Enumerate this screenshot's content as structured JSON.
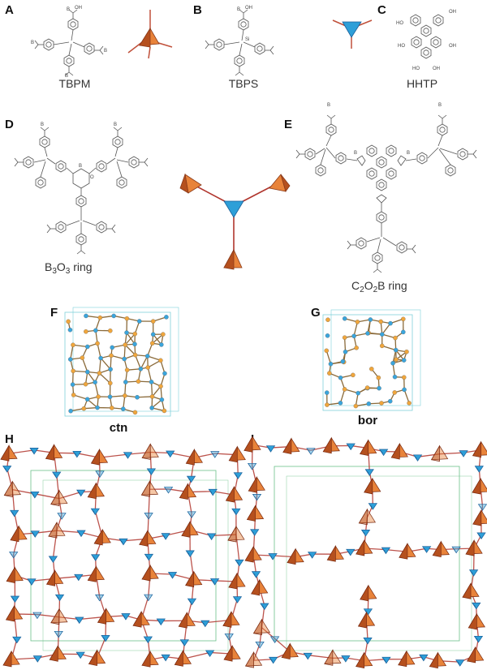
{
  "panels": {
    "A": {
      "letter": "A",
      "caption": "TBPM"
    },
    "B": {
      "letter": "B",
      "caption": "TBPS"
    },
    "C": {
      "letter": "C",
      "caption": "HHTP"
    },
    "D": {
      "letter": "D",
      "caption_base": "B",
      "caption_sub1": "3",
      "caption_mid": "O",
      "caption_sub2": "3",
      "caption_tail": " ring"
    },
    "E": {
      "letter": "E",
      "caption_base": "C",
      "caption_sub1": "2",
      "caption_mid": "O",
      "caption_sub2": "2",
      "caption_tail": "B ring"
    },
    "F": {
      "letter": "F",
      "caption": "ctn"
    },
    "G": {
      "letter": "G",
      "caption": "bor"
    },
    "H": {
      "letter": "H"
    },
    "I": {
      "letter": "I"
    }
  },
  "atom_labels": {
    "boron": "B",
    "oxygen": "O",
    "hydroxyl": "OH",
    "hydroxyl_left": "HO",
    "silicon": "Si"
  },
  "colors": {
    "tetrahedron": "#e8833a",
    "tetrahedron_dark": "#b5501e",
    "triangle": "#2e9fd8",
    "triangle_dark": "#1a5f99",
    "linker": "#b0352d",
    "cell_box": "#6cc08a",
    "node_orange": "#f0a63c",
    "node_blue": "#3aa5dc",
    "bond": "#8a6a3a"
  }
}
